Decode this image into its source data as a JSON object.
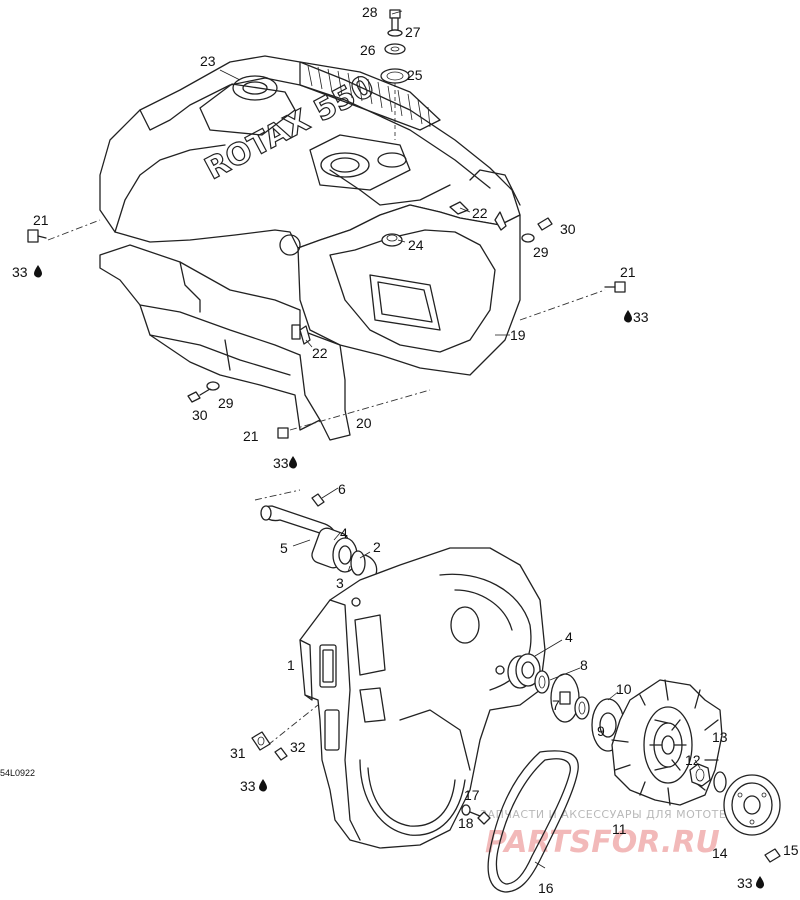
{
  "diagram": {
    "reference_code": "54L0922",
    "engraving": "ROTAX 550",
    "watermark": {
      "text": "ЗАПЧАСТИ И АКСЕССУАРЫ ДЛЯ МОТОТЕХНИКИ",
      "logo": "PARTSFOR.RU"
    },
    "labels": {
      "p1": "1",
      "p2": "2",
      "p3": "3",
      "p4a": "4",
      "p4b": "4",
      "p5": "5",
      "p6": "6",
      "p7": "7",
      "p8": "8",
      "p9": "9",
      "p10": "10",
      "p11": "11",
      "p12": "12",
      "p13": "13",
      "p14": "14",
      "p15": "15",
      "p16": "16",
      "p17": "17",
      "p18": "18",
      "p19": "19",
      "p20": "20",
      "p21a": "21",
      "p21b": "21",
      "p21c": "21",
      "p22a": "22",
      "p22b": "22",
      "p23": "23",
      "p24": "24",
      "p25": "25",
      "p26": "26",
      "p27": "27",
      "p28": "28",
      "p29a": "29",
      "p29b": "29",
      "p30a": "30",
      "p30b": "30",
      "p31": "31",
      "p32": "32",
      "p33a": "33",
      "p33b": "33",
      "p33c": "33",
      "p33d": "33",
      "p33e": "33"
    }
  }
}
